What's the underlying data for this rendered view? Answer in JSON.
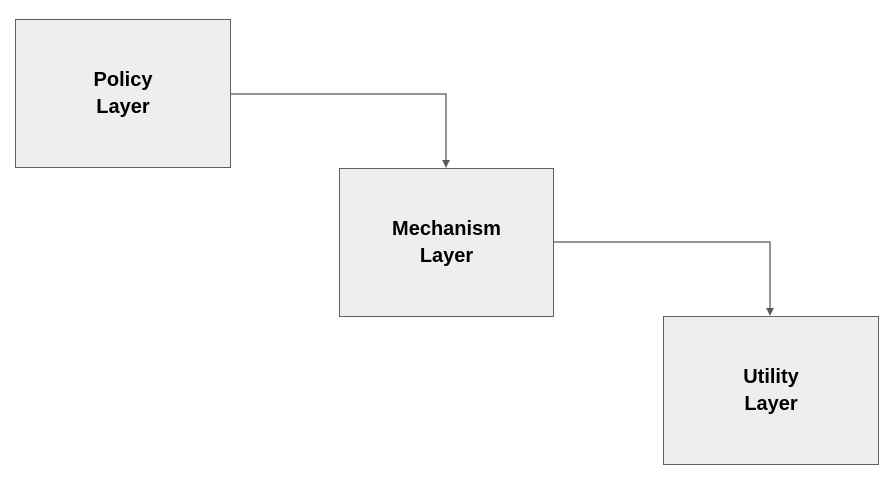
{
  "diagram": {
    "nodes": [
      {
        "id": "policy",
        "label": "Policy\nLayer"
      },
      {
        "id": "mechanism",
        "label": "Mechanism\nLayer"
      },
      {
        "id": "utility",
        "label": "Utility\nLayer"
      }
    ],
    "edges": [
      {
        "from": "policy",
        "to": "mechanism"
      },
      {
        "from": "mechanism",
        "to": "utility"
      }
    ],
    "colors": {
      "node_fill": "#eeeeee",
      "node_border": "#5f5f5f",
      "connector": "#595959",
      "text": "#000000"
    }
  }
}
